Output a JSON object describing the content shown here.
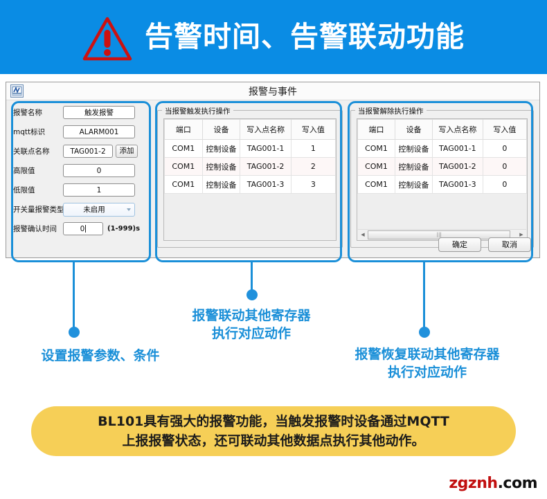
{
  "banner": {
    "title": "告警时间、告警联动功能",
    "icon": "warning-triangle-icon",
    "bg_color": "#0a8ce4",
    "icon_color": "#cc1111"
  },
  "dialog": {
    "window_title": "报警与事件",
    "app_icon": "app-icon",
    "form": {
      "fields": [
        {
          "label": "报警名称",
          "value": "触发报警"
        },
        {
          "label": "mqtt标识",
          "value": "ALARM001"
        },
        {
          "label": "关联点名称",
          "value": "TAG001-2",
          "button": "添加"
        },
        {
          "label": "高限值",
          "value": "0"
        },
        {
          "label": "低限值",
          "value": "1"
        },
        {
          "label": "开关量报警类型",
          "value": "未启用",
          "type": "dropdown"
        },
        {
          "label": "报警确认时间",
          "value": "0",
          "unit": "(1-999)s"
        }
      ]
    },
    "trigger_group": {
      "legend": "当报警触发执行操作",
      "columns": [
        "端口",
        "设备",
        "写入点名称",
        "写入值"
      ],
      "rows": [
        [
          "COM1",
          "控制设备",
          "TAG001-1",
          "1"
        ],
        [
          "COM1",
          "控制设备",
          "TAG001-2",
          "2"
        ],
        [
          "COM1",
          "控制设备",
          "TAG001-3",
          "3"
        ]
      ]
    },
    "clear_group": {
      "legend": "当报警解除执行操作",
      "columns": [
        "端口",
        "设备",
        "写入点名称",
        "写入值"
      ],
      "rows": [
        [
          "COM1",
          "控制设备",
          "TAG001-1",
          "0"
        ],
        [
          "COM1",
          "控制设备",
          "TAG001-2",
          "0"
        ],
        [
          "COM1",
          "控制设备",
          "TAG001-3",
          "0"
        ]
      ],
      "has_hscrollbar": true
    },
    "buttons": {
      "ok": "确定",
      "cancel": "取消"
    }
  },
  "callouts": [
    {
      "text_line1": "设置报警参数、条件",
      "text_line2": ""
    },
    {
      "text_line1": "报警联动其他寄存器",
      "text_line2": "执行对应动作"
    },
    {
      "text_line1": "报警恢复联动其他寄存器",
      "text_line2": "执行对应动作"
    }
  ],
  "note": {
    "line1": "BL101具有强大的报警功能，当触发报警时设备通过MQTT",
    "line2": "上报报警状态，还可联动其他数据点执行其他动作。",
    "bg_color": "#f6cf57"
  },
  "watermark": {
    "red": "zgznh",
    "black": ".com"
  }
}
